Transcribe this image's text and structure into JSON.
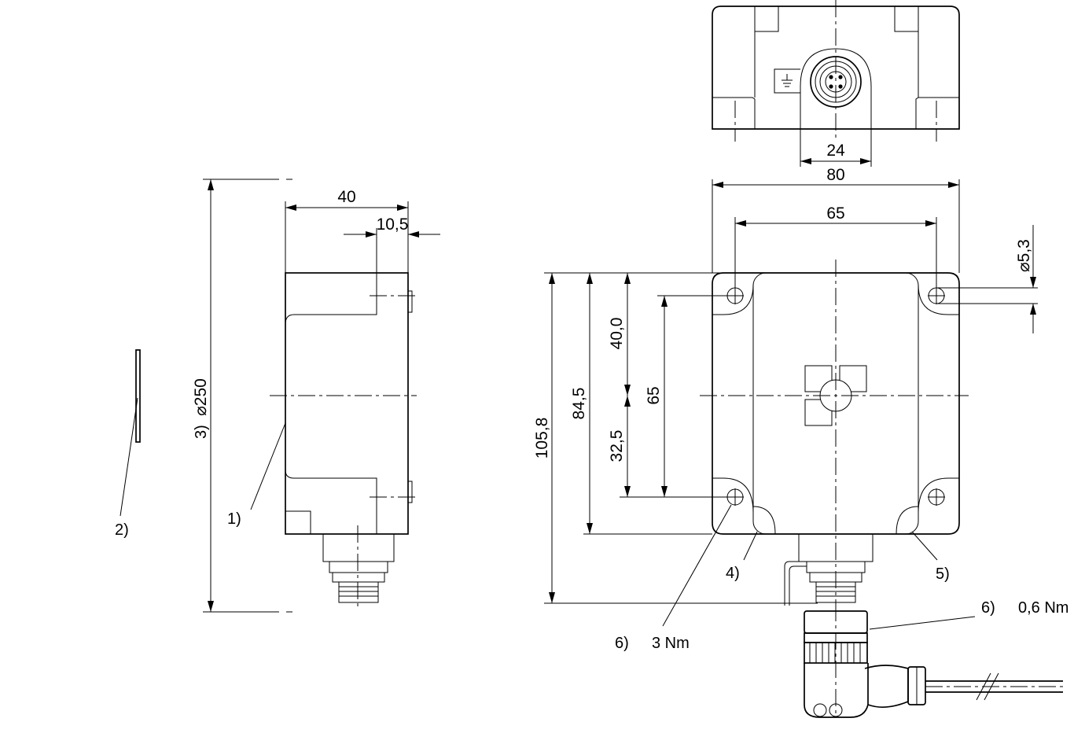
{
  "colors": {
    "ink": "#000000",
    "paper": "#ffffff"
  },
  "icons": [
    "ground-symbol-icon",
    "m12-connector-icon"
  ],
  "dimensions": {
    "connector_width": "24",
    "housing_width_top": "80",
    "hole_spacing_horizontal": "65",
    "hole_diameter": "5,3",
    "total_height": "105,8",
    "height_to_body_bottom": "84,5",
    "upper_to_axis": "40,0",
    "hole_spacing_vertical": "65",
    "lower_to_axis": "32,5",
    "side_depth": "40",
    "side_offset": "10,5",
    "target_diameter": "250"
  },
  "callouts": {
    "c1": "1)",
    "c2": "2)",
    "c3": "3)",
    "c4": "4)",
    "c5": "5)",
    "c6_label": "6)",
    "c6_torque": "3 Nm",
    "c6b_label": "6)",
    "c6b_torque": "0,6 Nm"
  }
}
